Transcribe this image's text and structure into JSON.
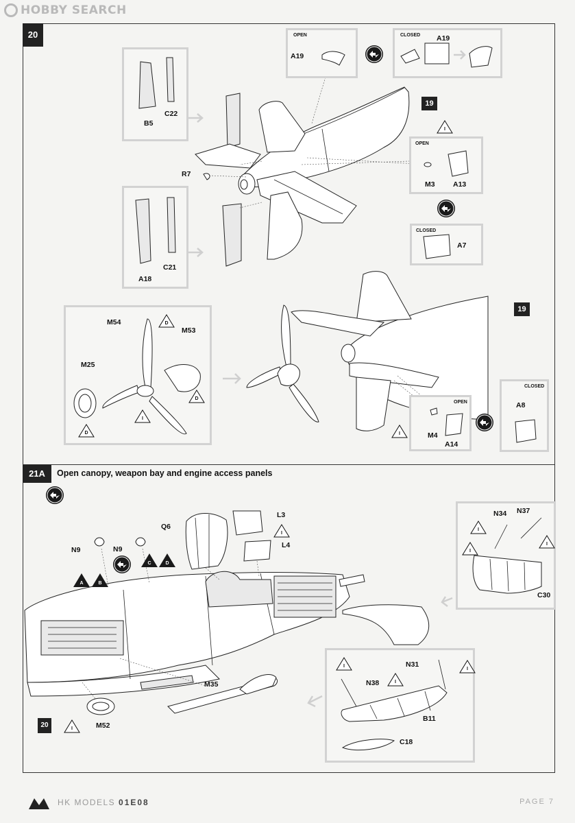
{
  "watermark": "HOBBY SEARCH",
  "steps": {
    "s20": "20",
    "s21a": "21A",
    "ref19a": "19",
    "ref19b": "19",
    "ref20": "20"
  },
  "step21a_title": "Open canopy, weapon bay and engine access panels",
  "labels": {
    "open1": "OPEN",
    "closed1": "CLOSED",
    "a19_open": "A19",
    "a19_closed": "A19",
    "b5": "B5",
    "c22": "C22",
    "r7": "R7",
    "open2": "OPEN",
    "m3": "M3",
    "a13": "A13",
    "closed2": "CLOSED",
    "a7": "A7",
    "a18": "A18",
    "c21": "C21",
    "m54": "M54",
    "m53": "M53",
    "m25": "M25",
    "open3": "OPEN",
    "m4": "M4",
    "a14": "A14",
    "closed3": "CLOSED",
    "a8": "A8",
    "q6": "Q6",
    "l3": "L3",
    "l4": "L4",
    "n9a": "N9",
    "n9b": "N9",
    "n34": "N34",
    "n37": "N37",
    "c30": "C30",
    "n31": "N31",
    "n38": "N38",
    "b11": "B11",
    "c18": "C18",
    "m35": "M35",
    "m52": "M52"
  },
  "markers": {
    "i": "I",
    "d": "D",
    "a": "A",
    "b": "B",
    "c": "C"
  },
  "footer": {
    "brand": "HK MODELS",
    "code": "01E08",
    "page": "PAGE 7"
  }
}
